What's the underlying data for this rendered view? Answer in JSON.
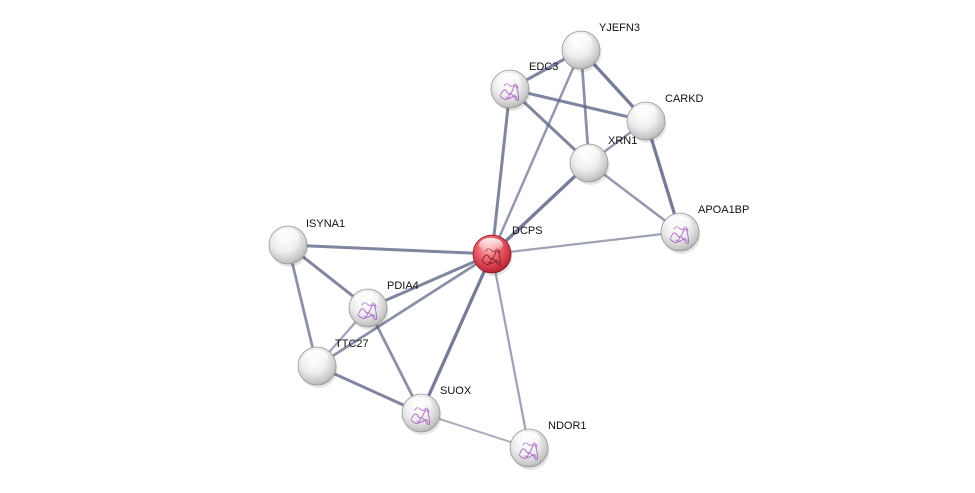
{
  "nodes": [
    {
      "id": "DCPS",
      "label": "DCPS",
      "query": true,
      "has_structure": true
    },
    {
      "id": "YJEFN3",
      "label": "YJEFN3",
      "query": false,
      "has_structure": false
    },
    {
      "id": "EDC3",
      "label": "EDC3",
      "query": false,
      "has_structure": true
    },
    {
      "id": "CARKD",
      "label": "CARKD",
      "query": false,
      "has_structure": false
    },
    {
      "id": "XRN1",
      "label": "XRN1",
      "query": false,
      "has_structure": false
    },
    {
      "id": "APOA1BP",
      "label": "APOA1BP",
      "query": false,
      "has_structure": true
    },
    {
      "id": "ISYNA1",
      "label": "ISYNA1",
      "query": false,
      "has_structure": false
    },
    {
      "id": "PDIA4",
      "label": "PDIA4",
      "query": false,
      "has_structure": true
    },
    {
      "id": "TTC27",
      "label": "TTC27",
      "query": false,
      "has_structure": false
    },
    {
      "id": "SUOX",
      "label": "SUOX",
      "query": false,
      "has_structure": true
    },
    {
      "id": "NDOR1",
      "label": "NDOR1",
      "query": false,
      "has_structure": true
    }
  ],
  "edges": [
    {
      "source": "DCPS",
      "target": "EDC3",
      "strength": 0.7
    },
    {
      "source": "DCPS",
      "target": "YJEFN3",
      "strength": 0.5
    },
    {
      "source": "DCPS",
      "target": "XRN1",
      "strength": 0.8
    },
    {
      "source": "DCPS",
      "target": "APOA1BP",
      "strength": 0.4
    },
    {
      "source": "DCPS",
      "target": "ISYNA1",
      "strength": 0.7
    },
    {
      "source": "DCPS",
      "target": "PDIA4",
      "strength": 0.7
    },
    {
      "source": "DCPS",
      "target": "TTC27",
      "strength": 0.6
    },
    {
      "source": "DCPS",
      "target": "SUOX",
      "strength": 0.8
    },
    {
      "source": "DCPS",
      "target": "NDOR1",
      "strength": 0.4
    },
    {
      "source": "YJEFN3",
      "target": "EDC3",
      "strength": 0.7
    },
    {
      "source": "YJEFN3",
      "target": "CARKD",
      "strength": 0.8
    },
    {
      "source": "YJEFN3",
      "target": "XRN1",
      "strength": 0.6
    },
    {
      "source": "EDC3",
      "target": "CARKD",
      "strength": 0.7
    },
    {
      "source": "EDC3",
      "target": "XRN1",
      "strength": 0.7
    },
    {
      "source": "CARKD",
      "target": "XRN1",
      "strength": 0.5
    },
    {
      "source": "CARKD",
      "target": "APOA1BP",
      "strength": 0.8
    },
    {
      "source": "XRN1",
      "target": "APOA1BP",
      "strength": 0.5
    },
    {
      "source": "ISYNA1",
      "target": "PDIA4",
      "strength": 0.7
    },
    {
      "source": "ISYNA1",
      "target": "TTC27",
      "strength": 0.6
    },
    {
      "source": "PDIA4",
      "target": "TTC27",
      "strength": 0.4
    },
    {
      "source": "PDIA4",
      "target": "SUOX",
      "strength": 0.6
    },
    {
      "source": "TTC27",
      "target": "SUOX",
      "strength": 0.7
    },
    {
      "source": "SUOX",
      "target": "NDOR1",
      "strength": 0.3
    }
  ],
  "colors": {
    "query_node": "#cc3344",
    "neighbor_node": "#d8d8d8",
    "edge": "#5a6282",
    "structure_glyph": "#a45cc2"
  }
}
